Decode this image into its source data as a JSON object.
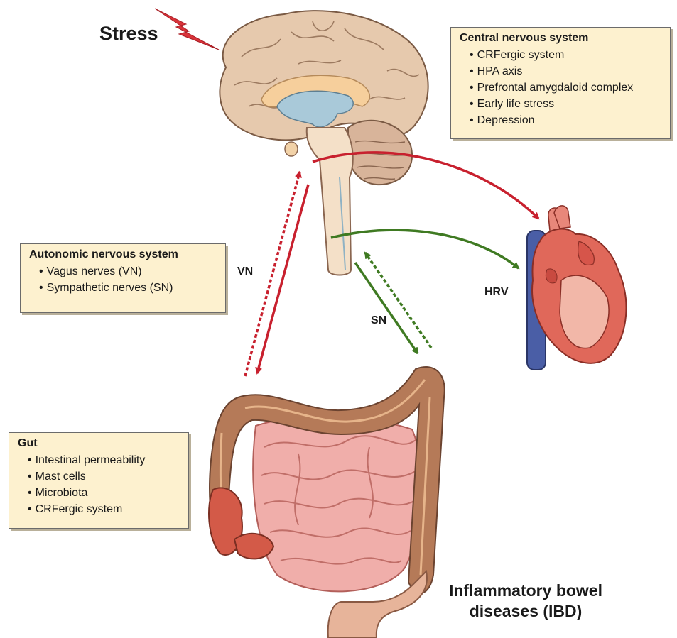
{
  "title": "Stress",
  "cns_box": {
    "title": "Central nervous system",
    "items": [
      "CRFergic system",
      "HPA axis",
      "Prefrontal amygdaloid complex",
      "Early life stress",
      "Depression"
    ]
  },
  "ans_box": {
    "title": "Autonomic nervous system",
    "items": [
      "Vagus nerves (VN)",
      "Sympathetic nerves (SN)"
    ]
  },
  "gut_box": {
    "title": "Gut",
    "items": [
      "Intestinal permeability",
      "Mast cells",
      "Microbiota",
      "CRFergic system"
    ]
  },
  "labels": {
    "vn": "VN",
    "sn": "SN",
    "hrv": "HRV"
  },
  "ibd": {
    "line1": "Inflammatory bowel",
    "line2": "diseases (IBD)"
  },
  "colors": {
    "red_arrow": "#c8202e",
    "green_arrow": "#3f7a22",
    "box_fill": "#fdf1cf",
    "brain": "#e6c9ad",
    "colon": "#b57a58",
    "small_intestine": "#f0aeaa",
    "heart": "#e0685a",
    "vessel": "#4a5ea6"
  }
}
